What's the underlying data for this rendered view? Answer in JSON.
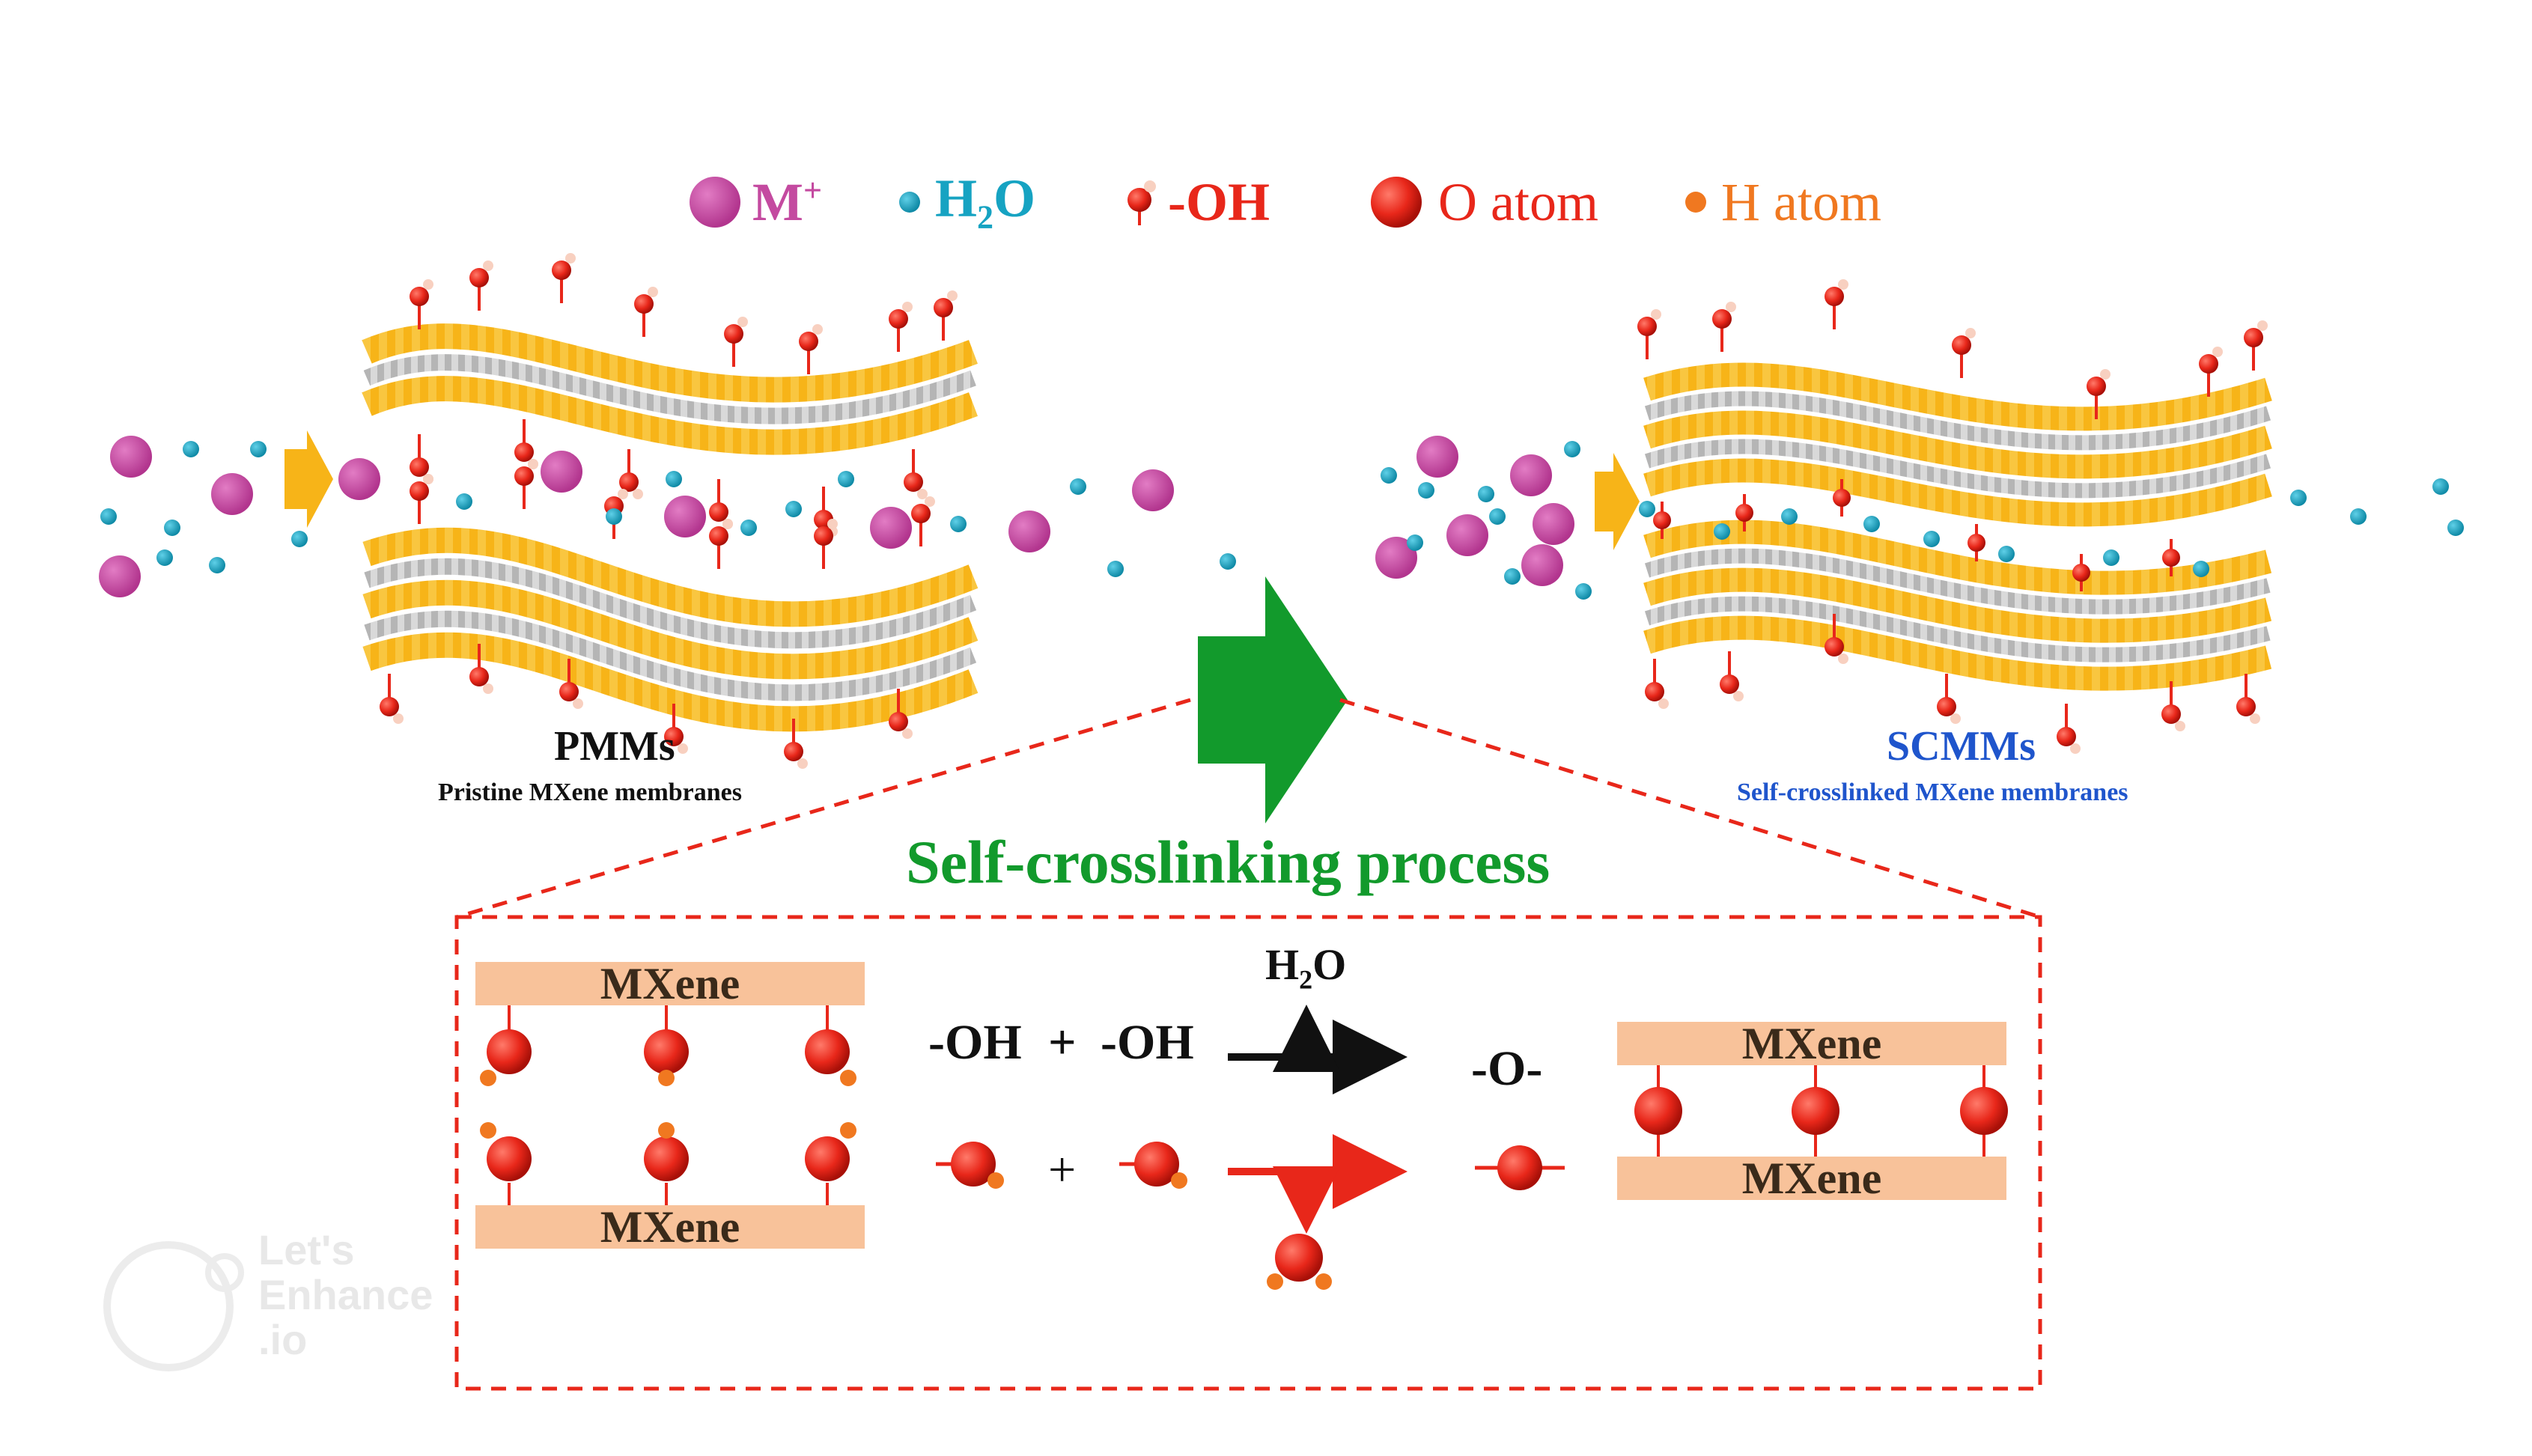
{
  "legend": [
    {
      "icon": "metal-ion-icon",
      "color": "#c44aa0",
      "label": "M",
      "sup": "+"
    },
    {
      "icon": "water-icon",
      "color": "#16a3c2",
      "label": "H",
      "sub": "2",
      "label2": "O"
    },
    {
      "icon": "hydroxyl-icon",
      "color": "#e8271a",
      "label": "-OH"
    },
    {
      "icon": "oxygen-atom-icon",
      "color": "#e8271a",
      "label": "O atom"
    },
    {
      "icon": "hydrogen-atom-icon",
      "color": "#f07820",
      "label": "H atom"
    }
  ],
  "left_membrane": {
    "title": "PMMs",
    "subtitle": "Pristine MXene membranes"
  },
  "right_membrane": {
    "title": "SCMMs",
    "subtitle": "Self-crosslinked MXene membranes"
  },
  "process_title": "Self-crosslinking process",
  "mechanism": {
    "mxene_label": "MXene",
    "reactant": "-OH",
    "plus": "+",
    "water_top": {
      "h": "H",
      "sub": "2",
      "o": "O"
    },
    "product": "-O-"
  },
  "watermark": {
    "line1": "Let's",
    "line2": "Enhance",
    "line3": ".io"
  },
  "colors": {
    "metal_ion": "#c44aa0",
    "water": "#16a3c2",
    "oxygen": "#e8271a",
    "hydrogen": "#f07820",
    "mxene_yellow": "#f7b418",
    "mxene_grey": "#c9c9c9",
    "process_green": "#129a2c",
    "scmm_blue": "#1f55cc",
    "dashed_red": "#e8271a",
    "mxene_bar": "#f8c29a"
  }
}
